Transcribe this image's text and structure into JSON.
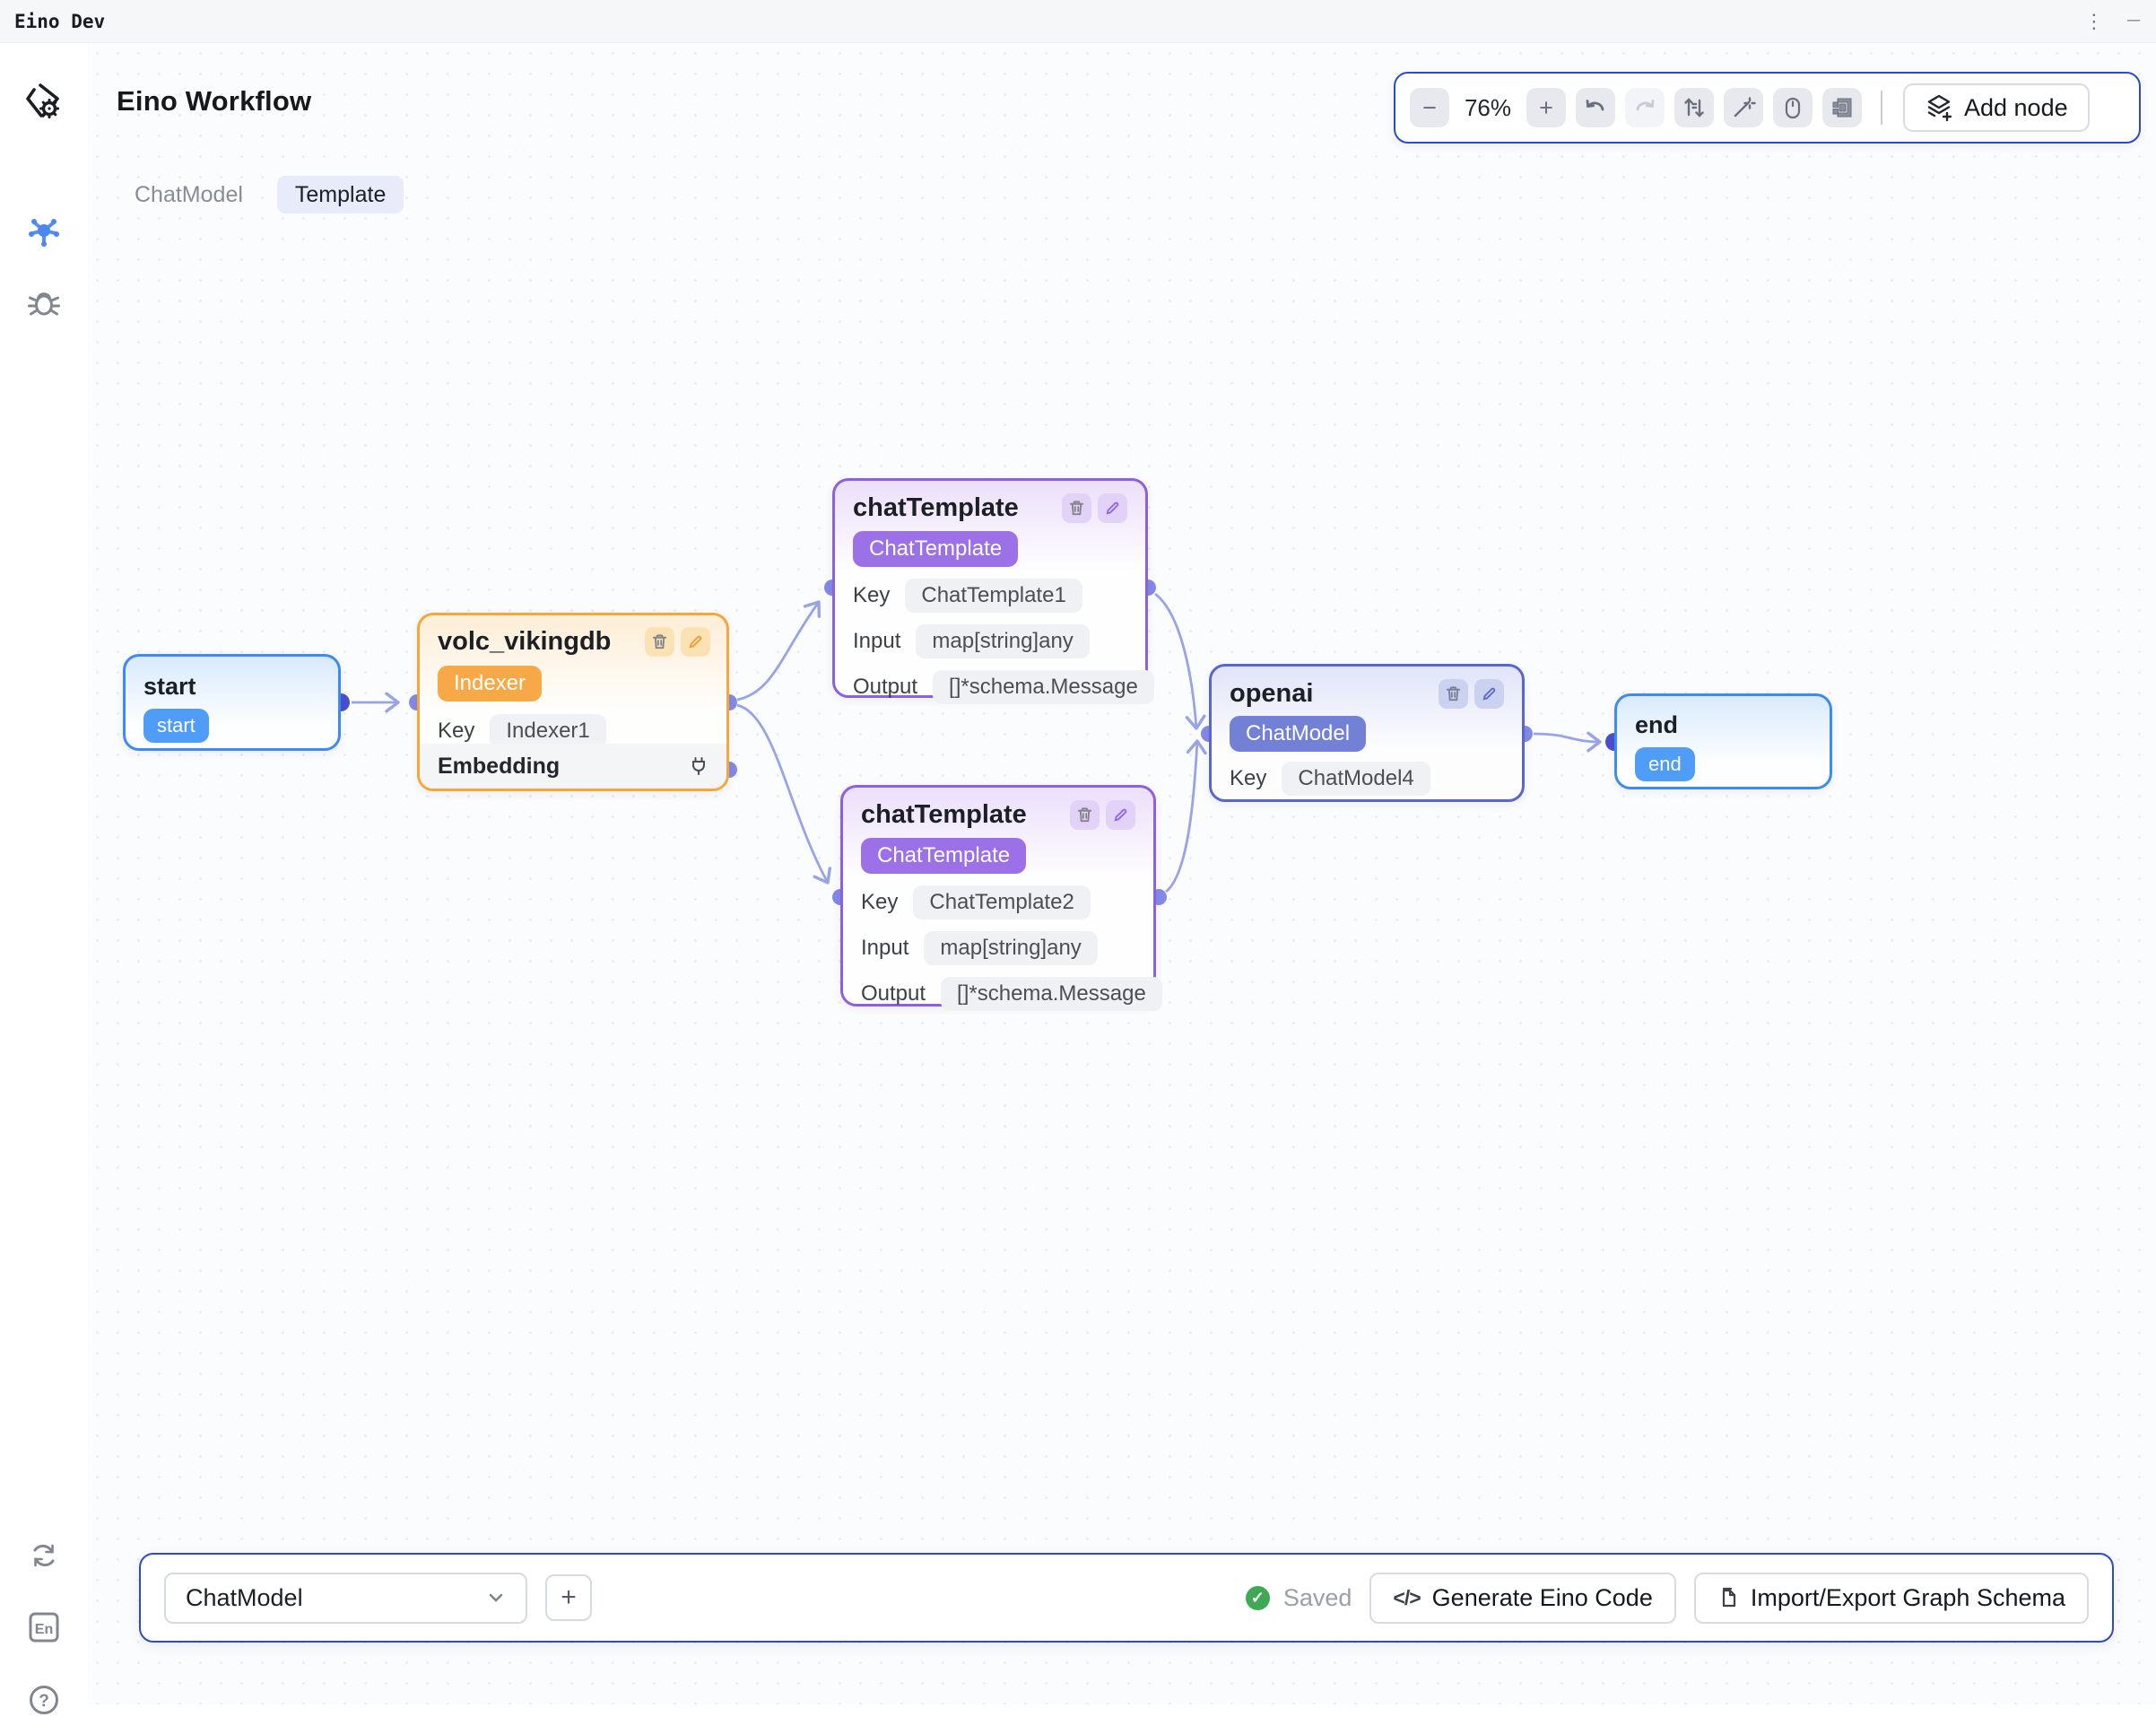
{
  "window": {
    "title": "Eino Dev"
  },
  "header": {
    "title": "Eino Workflow"
  },
  "tabs": [
    {
      "label": "ChatModel",
      "active": false
    },
    {
      "label": "Template",
      "active": true
    }
  ],
  "toolbar": {
    "zoom_level": "76%",
    "add_node_label": "Add node"
  },
  "nodes": {
    "start": {
      "title": "start",
      "badge": "start"
    },
    "volc": {
      "title": "volc_vikingdb",
      "badge": "Indexer",
      "key_label": "Key",
      "key_value": "Indexer1",
      "section_label": "Embedding"
    },
    "chat_template_1": {
      "title": "chatTemplate",
      "badge": "ChatTemplate",
      "key_label": "Key",
      "key_value": "ChatTemplate1",
      "input_label": "Input",
      "input_value": "map[string]any",
      "output_label": "Output",
      "output_value": "[]*schema.Message"
    },
    "chat_template_2": {
      "title": "chatTemplate",
      "badge": "ChatTemplate",
      "key_label": "Key",
      "key_value": "ChatTemplate2",
      "input_label": "Input",
      "input_value": "map[string]any",
      "output_label": "Output",
      "output_value": "[]*schema.Message"
    },
    "openai": {
      "title": "openai",
      "badge": "ChatModel",
      "key_label": "Key",
      "key_value": "ChatModel4"
    },
    "end": {
      "title": "end",
      "badge": "end"
    }
  },
  "bottom_bar": {
    "selected_node": "ChatModel",
    "saved_status": "Saved",
    "code_icon_text": "</>",
    "generate_code_label": "Generate Eino Code",
    "import_export_label": "Import/Export Graph Schema"
  },
  "colors": {
    "toolbar_border": "#2b4bca",
    "start_end_accent": "#3d8bf2",
    "indexer_accent": "#f6a63b",
    "chat_template_accent": "#8d5fe3",
    "chat_model_accent": "#5866cd",
    "edge": "#98a4e6",
    "saved_green": "#3fa954"
  }
}
